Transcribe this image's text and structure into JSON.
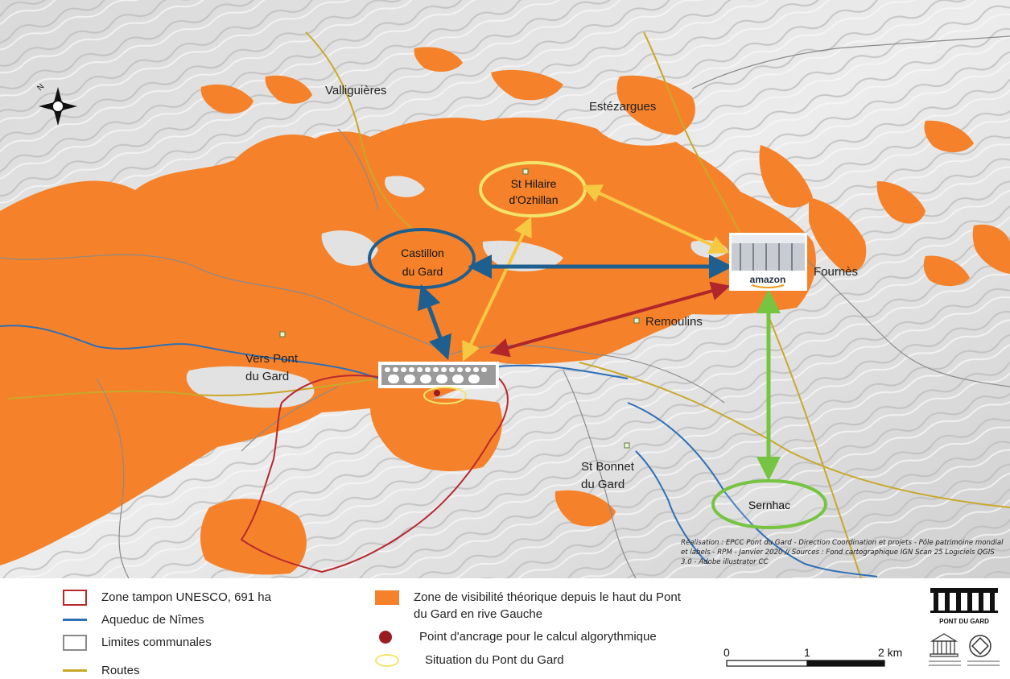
{
  "map": {
    "places": {
      "valliguieres": "Valliguières",
      "estezargues": "Estézargues",
      "st_hilaire": [
        "St Hilaire",
        "d'Ozhillan"
      ],
      "castillon": [
        "Castillon",
        "du Gard"
      ],
      "fournes": "Fournès",
      "remoulins": "Remoulins",
      "vers_pont": [
        "Vers Pont",
        "du Gard"
      ],
      "st_bonnet": [
        "St Bonnet",
        "du Gard"
      ],
      "sernhac": "Sernhac"
    },
    "amazon_label": "amazon",
    "credits": "Réalisation : EPCC Pont du Gard - Direction Coordination et projets - Pôle patrimoine mondial et labels - RPM - Janvier 2020 // Sources : Fond cartographique IGN Scan 25 Logiciels QGIS 3.0 - Adobe illustrator CC",
    "colors": {
      "visibility_zone": "#f5822a",
      "unesco_buffer": "#b8292f",
      "aqueduct": "#2f6fb6",
      "communes": "#8a8a8a",
      "roads": "#c9a82c",
      "anchor_point": "#9b1c20",
      "pont_situation": "#f2e46a",
      "arrow_dark_blue": "#1f5f8f",
      "arrow_yellow": "#f6c943",
      "arrow_red": "#b0262a",
      "arrow_green": "#76c442"
    }
  },
  "legend": {
    "unesco": "Zone tampon UNESCO, 691 ha",
    "aqueduct": "Aqueduc de Nîmes",
    "communes": "Limites communales",
    "roads": "Routes",
    "visibility_line1": "Zone de visibilité théorique depuis le haut du Pont",
    "visibility_line2": "du Gard en rive Gauche",
    "anchor": "Point d'ancrage pour le calcul algorythmique",
    "situation": "Situation du Pont du Gard"
  },
  "scale": {
    "tick0": "0",
    "tick1": "1",
    "tick2": "2 km"
  },
  "logo": {
    "name": "PONT DU GARD"
  }
}
